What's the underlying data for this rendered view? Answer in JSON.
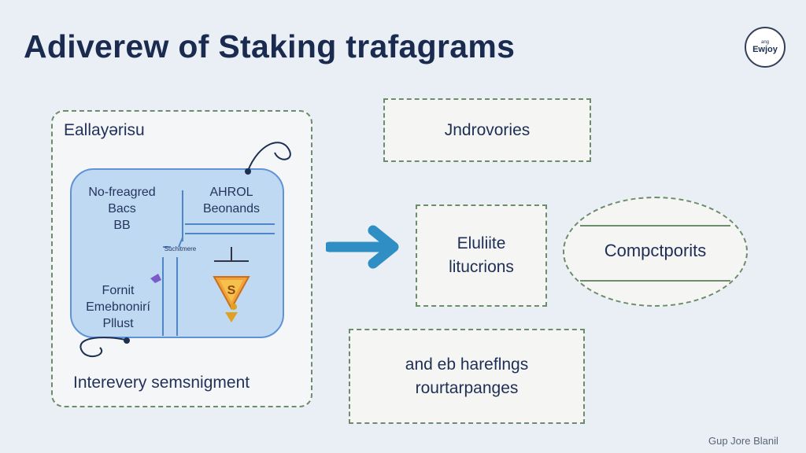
{
  "title": "Adiverew of Staking trafagrams",
  "logo": {
    "small": "ang",
    "text": "Ewjoy"
  },
  "left_panel": {
    "title": "Eallayərisu",
    "inner_left_top": [
      "No-freagred",
      "Bacs",
      "BB"
    ],
    "inner_right_top": [
      "AHROL",
      "Beonands"
    ],
    "inner_small": "Suchitmere",
    "inner_left_bottom": [
      "Fornit",
      "Emebnonirí",
      "Pllust"
    ],
    "badge": "S",
    "bottom_label": "Interevery semsnigment"
  },
  "boxes": {
    "top": "Jndrovories",
    "middle": [
      "Eluliite",
      "litucrions"
    ],
    "bottom": [
      "and eb hareflngs",
      "rourtarpanges"
    ]
  },
  "ellipse_label": "Compctporits",
  "credit": "Gup Jore Blanil",
  "colors": {
    "accent": "#2f8fc4",
    "dashed_border": "#6c8c6c",
    "inner_fill": "#bfd9f3"
  }
}
